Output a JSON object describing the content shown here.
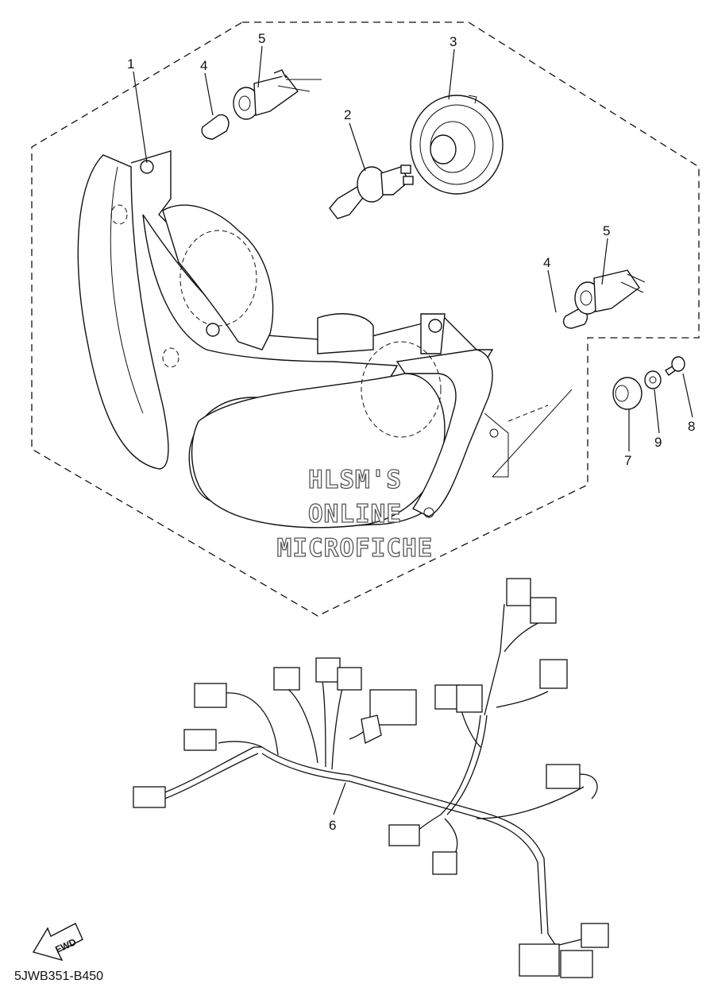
{
  "callouts": {
    "c1": "1",
    "c2": "2",
    "c3": "3",
    "c4a": "4",
    "c4b": "4",
    "c5a": "5",
    "c5b": "5",
    "c6": "6",
    "c7": "7",
    "c8": "8",
    "c9": "9"
  },
  "watermark": {
    "line1": "HLSM'S",
    "line2": "ONLINE",
    "line3": "MICROFICHE"
  },
  "fwd_label": "FWD",
  "diagram_code": "5JWB351-B450"
}
